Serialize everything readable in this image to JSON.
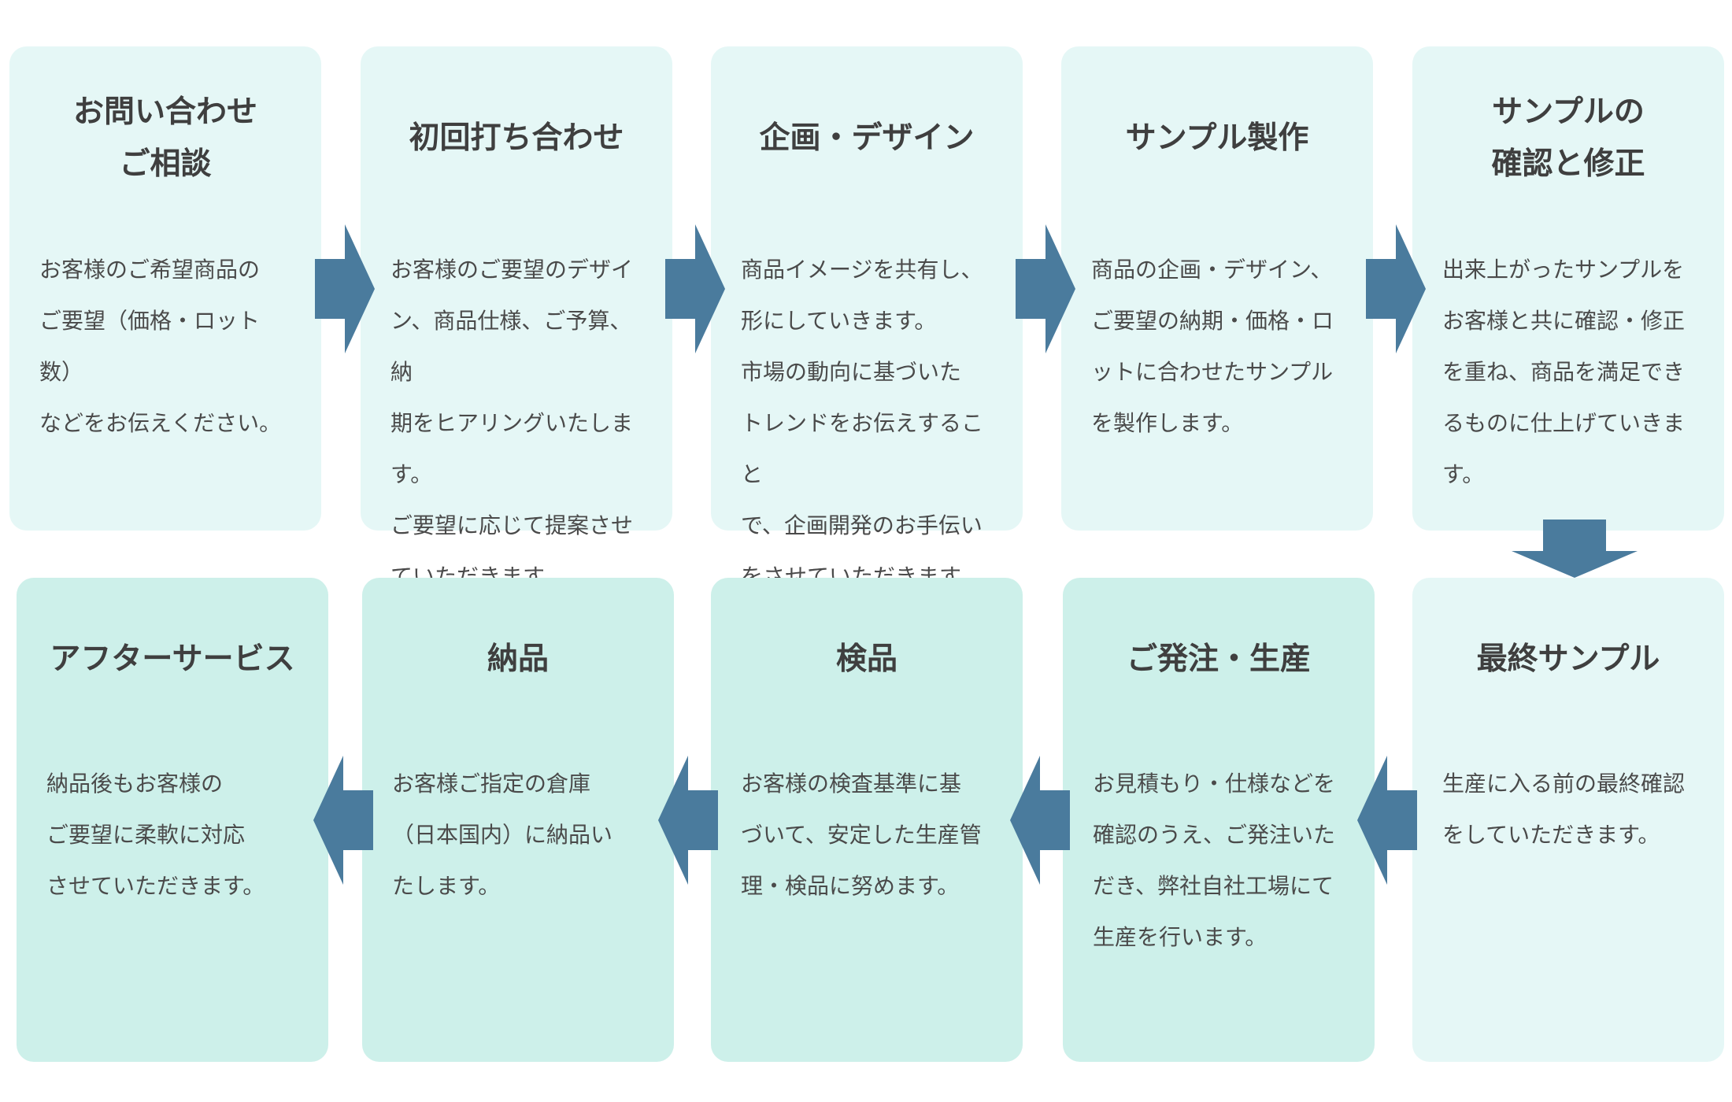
{
  "colors": {
    "card_light": "#e5f7f6",
    "card_mint": "#cdf0ea",
    "arrow": "#4a7b9d",
    "text": "#444444"
  },
  "steps": [
    {
      "title": "お問い合わせ\nご相談",
      "description": "お客様のご希望商品の\nご要望（価格・ロット数）\nなどをお伝えください。"
    },
    {
      "title": "初回打ち合わせ",
      "description": "お客様のご要望のデザイ\nン、商品仕様、ご予算、納\n期をヒアリングいたします。\nご要望に応じて提案させ\nていただきます。"
    },
    {
      "title": "企画・デザイン",
      "description": "商品イメージを共有し、\n形にしていきます。\n市場の動向に基づいた\nトレンドをお伝えすること\nで、企画開発のお手伝い\nをさせていただきます。"
    },
    {
      "title": "サンプル製作",
      "description": "商品の企画・デザイン、\nご要望の納期・価格・ロ\nットに合わせたサンプル\nを製作します。"
    },
    {
      "title": "サンプルの\n確認と修正",
      "description": "出来上がったサンプルを\nお客様と共に確認・修正\nを重ね、商品を満足でき\nるものに仕上げていきま\nす。"
    },
    {
      "title": "最終サンプル",
      "description": "生産に入る前の最終確認\nをしていただきます。"
    },
    {
      "title": "ご発注・生産",
      "description": "お見積もり・仕様などを\n確認のうえ、ご発注いた\nだき、弊社自社工場にて\n生産を行います。"
    },
    {
      "title": "検品",
      "description": "お客様の検査基準に基\nづいて、安定した生産管\n理・検品に努めます。"
    },
    {
      "title": "納品",
      "description": "お客様ご指定の倉庫\n（日本国内）に納品い\nたします。"
    },
    {
      "title": "アフターサービス",
      "description": "納品後もお客様の\nご要望に柔軟に対応\nさせていただきます。"
    }
  ]
}
